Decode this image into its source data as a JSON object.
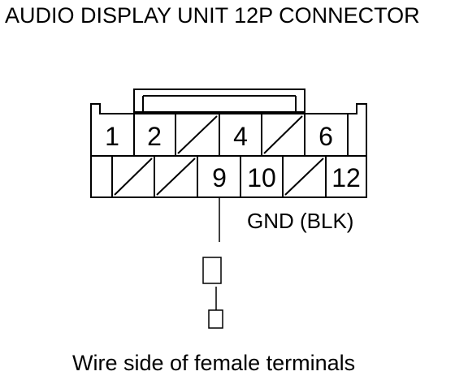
{
  "title": "AUDIO DISPLAY UNIT 12P CONNECTOR",
  "pins": {
    "p1": "1",
    "p2": "2",
    "p4": "4",
    "p6": "6",
    "p9": "9",
    "p10": "10",
    "p12": "12"
  },
  "gnd_label": "GND (BLK)",
  "caption": "Wire side of female terminals"
}
